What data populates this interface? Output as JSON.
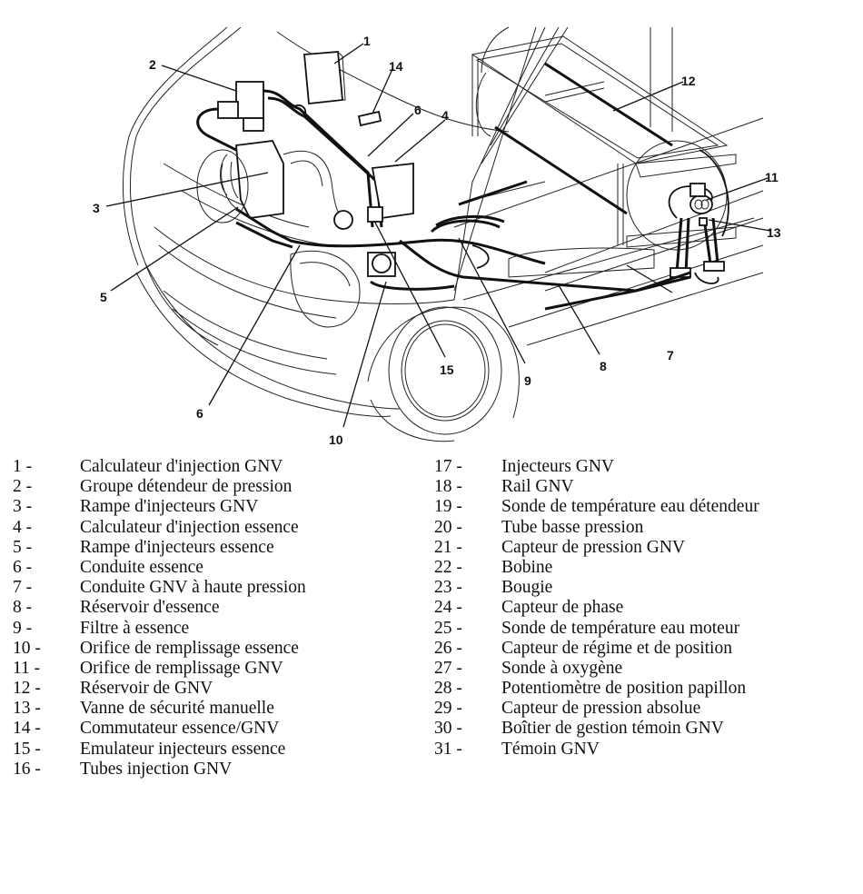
{
  "diagram": {
    "subject": "Vehicle GNV (natural gas) conversion layout",
    "callouts": [
      "1",
      "2",
      "3",
      "4",
      "5",
      "6",
      "6",
      "7",
      "8",
      "9",
      "10",
      "11",
      "12",
      "13",
      "14",
      "15"
    ]
  },
  "legend": {
    "left": [
      {
        "num": "1 -",
        "label": "Calculateur d'injection GNV"
      },
      {
        "num": "2 -",
        "label": "Groupe détendeur de pression"
      },
      {
        "num": "3 -",
        "label": "Rampe d'injecteurs GNV"
      },
      {
        "num": "4 -",
        "label": "Calculateur d'injection essence"
      },
      {
        "num": "5 -",
        "label": "Rampe d'injecteurs essence"
      },
      {
        "num": "6 -",
        "label": "Conduite essence"
      },
      {
        "num": "7 -",
        "label": "Conduite GNV à haute pression"
      },
      {
        "num": "8 -",
        "label": "Réservoir d'essence"
      },
      {
        "num": "9 -",
        "label": "Filtre à essence"
      },
      {
        "num": "10 -",
        "label": "Orifice de remplissage essence"
      },
      {
        "num": "11 -",
        "label": "Orifice de remplissage GNV"
      },
      {
        "num": "12 -",
        "label": "Réservoir de GNV"
      },
      {
        "num": "13 -",
        "label": "Vanne de sécurité manuelle"
      },
      {
        "num": "14 -",
        "label": "Commutateur essence/GNV"
      },
      {
        "num": "15 -",
        "label": "Emulateur injecteurs essence"
      },
      {
        "num": "16 -",
        "label": "Tubes injection GNV"
      }
    ],
    "right": [
      {
        "num": "17 -",
        "label": "Injecteurs GNV"
      },
      {
        "num": "18 -",
        "label": "Rail GNV"
      },
      {
        "num": "19 -",
        "label": "Sonde de température eau détendeur"
      },
      {
        "num": "20 -",
        "label": "Tube basse pression"
      },
      {
        "num": "21 -",
        "label": "Capteur de pression GNV"
      },
      {
        "num": "22 -",
        "label": "Bobine"
      },
      {
        "num": "23 -",
        "label": "Bougie"
      },
      {
        "num": "24 -",
        "label": "Capteur de phase"
      },
      {
        "num": "25 -",
        "label": "Sonde de température eau moteur"
      },
      {
        "num": "26 -",
        "label": "Capteur de régime et de position"
      },
      {
        "num": "27 -",
        "label": "Sonde à oxygène"
      },
      {
        "num": "28 -",
        "label": "Potentiomètre de position papillon"
      },
      {
        "num": "29 -",
        "label": "Capteur de pression absolue"
      },
      {
        "num": "30 -",
        "label": "Boîtier de gestion témoin GNV"
      },
      {
        "num": "31 -",
        "label": "Témoin GNV"
      }
    ]
  }
}
